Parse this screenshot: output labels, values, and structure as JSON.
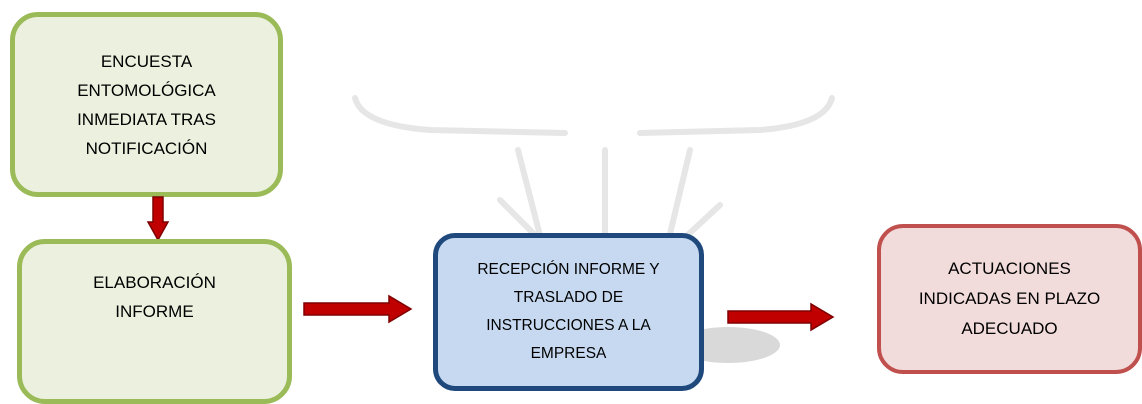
{
  "boxes": [
    {
      "id": "encuesta",
      "lines": [
        "ENCUESTA",
        "ENTOMOLÓGICA",
        "INMEDIATA TRAS",
        "NOTIFICACIÓN"
      ],
      "fill": "#ebf1de",
      "stroke": "#9bbb59"
    },
    {
      "id": "elaboracion",
      "lines": [
        "ELABORACIÓN",
        "INFORME"
      ],
      "fill": "#ebf1de",
      "stroke": "#9bbb59"
    },
    {
      "id": "recepcion",
      "lines": [
        "RECEPCIÓN INFORME Y",
        "TRASLADO DE",
        "INSTRUCCIONES A LA",
        "EMPRESA"
      ],
      "fill": "#c6d9f1",
      "stroke": "#1f497d"
    },
    {
      "id": "actuaciones",
      "lines": [
        "ACTUACIONES",
        "INDICADAS EN PLAZO",
        "ADECUADO"
      ],
      "fill": "#f2dcdb",
      "stroke": "#c0504d"
    }
  ],
  "arrows": [
    {
      "from": "encuesta",
      "to": "elaboracion",
      "direction": "down",
      "color": "#c00000"
    },
    {
      "from": "elaboracion",
      "to": "recepcion",
      "direction": "right",
      "color": "#c00000"
    },
    {
      "from": "recepcion",
      "to": "actuaciones",
      "direction": "right",
      "color": "#c00000"
    }
  ],
  "colors": {
    "arrow_fill": "#c00000",
    "arrow_outline": "#7f0000",
    "watermark": "#d9d9d9"
  }
}
